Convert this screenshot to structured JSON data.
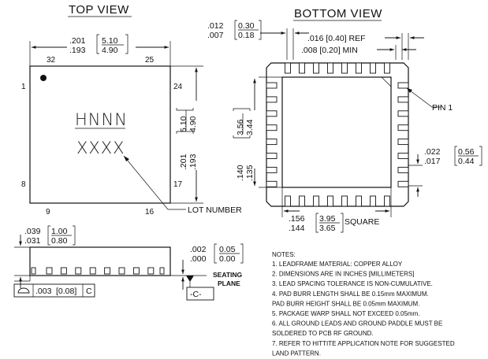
{
  "top_view": {
    "title": "TOP VIEW",
    "width_in": [
      ".201",
      ".193"
    ],
    "width_mm": [
      "5.10",
      "4.90"
    ],
    "height_in": [
      ".201",
      ".193"
    ],
    "height_mm": [
      "5.10",
      "4.90"
    ],
    "pin_labels": {
      "p32": "32",
      "p25": "25",
      "p1": "1",
      "p24": "24",
      "p8": "8",
      "p17": "17",
      "p9": "9",
      "p16": "16"
    },
    "marking_line1": "HNNN",
    "marking_line2": "XXXX",
    "lot_number_label": "LOT NUMBER"
  },
  "bottom_view": {
    "title": "BOTTOM VIEW",
    "lead_width_in": [
      ".012",
      ".007"
    ],
    "lead_width_mm": [
      "0.30",
      "0.18"
    ],
    "pitch_text": ".016 [0.40] REF",
    "min_text": ".008 [0.20] MIN",
    "pin1_label": "PIN 1",
    "paddle_in": [
      ".140",
      ".135"
    ],
    "paddle_mm": [
      "3.56",
      "3.44"
    ],
    "lead_len_in": [
      ".022",
      ".017"
    ],
    "lead_len_mm": [
      "0.56",
      "0.44"
    ],
    "square_in": [
      ".156",
      ".144"
    ],
    "square_mm": [
      "3.95",
      "3.65"
    ],
    "square_label": "SQUARE"
  },
  "side_view": {
    "height_in": [
      ".039",
      ".031"
    ],
    "height_mm": [
      "1.00",
      "0.80"
    ],
    "standoff_in": [
      ".002",
      ".000"
    ],
    "standoff_mm": [
      "0.05",
      "0.00"
    ],
    "seating_plane_line1": "SEATING",
    "seating_plane_line2": "PLANE",
    "datum_label": "-C-",
    "flatness_value": ".003",
    "flatness_mm": "[0.08]",
    "flatness_ref": "C"
  },
  "notes": {
    "heading": "NOTES:",
    "lines": [
      "1.  LEADFRAME MATERIAL: COPPER ALLOY",
      "2.  DIMENSIONS ARE IN INCHES [MILLIMETERS]",
      "3.  LEAD SPACING TOLERANCE IS NON-CUMULATIVE.",
      "4.  PAD BURR LENGTH SHALL BE 0.15mm MAXIMUM.",
      "     PAD BURR HEIGHT SHALL BE 0.05mm MAXIMUM.",
      "5.  PACKAGE WARP SHALL NOT EXCEED 0.05mm.",
      "6.  ALL GROUND LEADS AND GROUND PADDLE MUST BE",
      "     SOLDERED TO PCB RF GROUND.",
      "7.  REFER TO HITTITE APPLICATION NOTE FOR SUGGESTED",
      "     LAND PATTERN."
    ]
  }
}
